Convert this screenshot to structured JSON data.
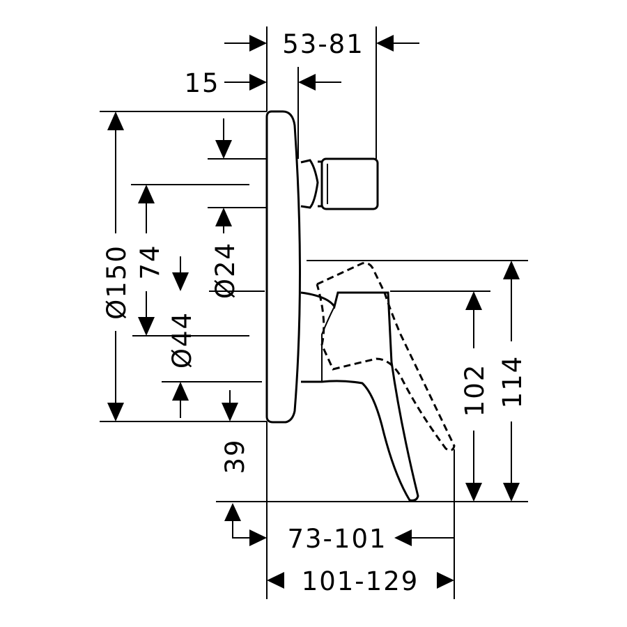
{
  "dimensions": {
    "offset_range": "53-81",
    "front_depth": "15",
    "plate_diameter": "Ø150",
    "height_74": "74",
    "spindle_diameter": "Ø24",
    "hub_diameter": "Ø44",
    "height_102": "102",
    "height_114": "114",
    "offset_39": "39",
    "lever_range_short": "73-101",
    "lever_range_long": "101-129"
  }
}
